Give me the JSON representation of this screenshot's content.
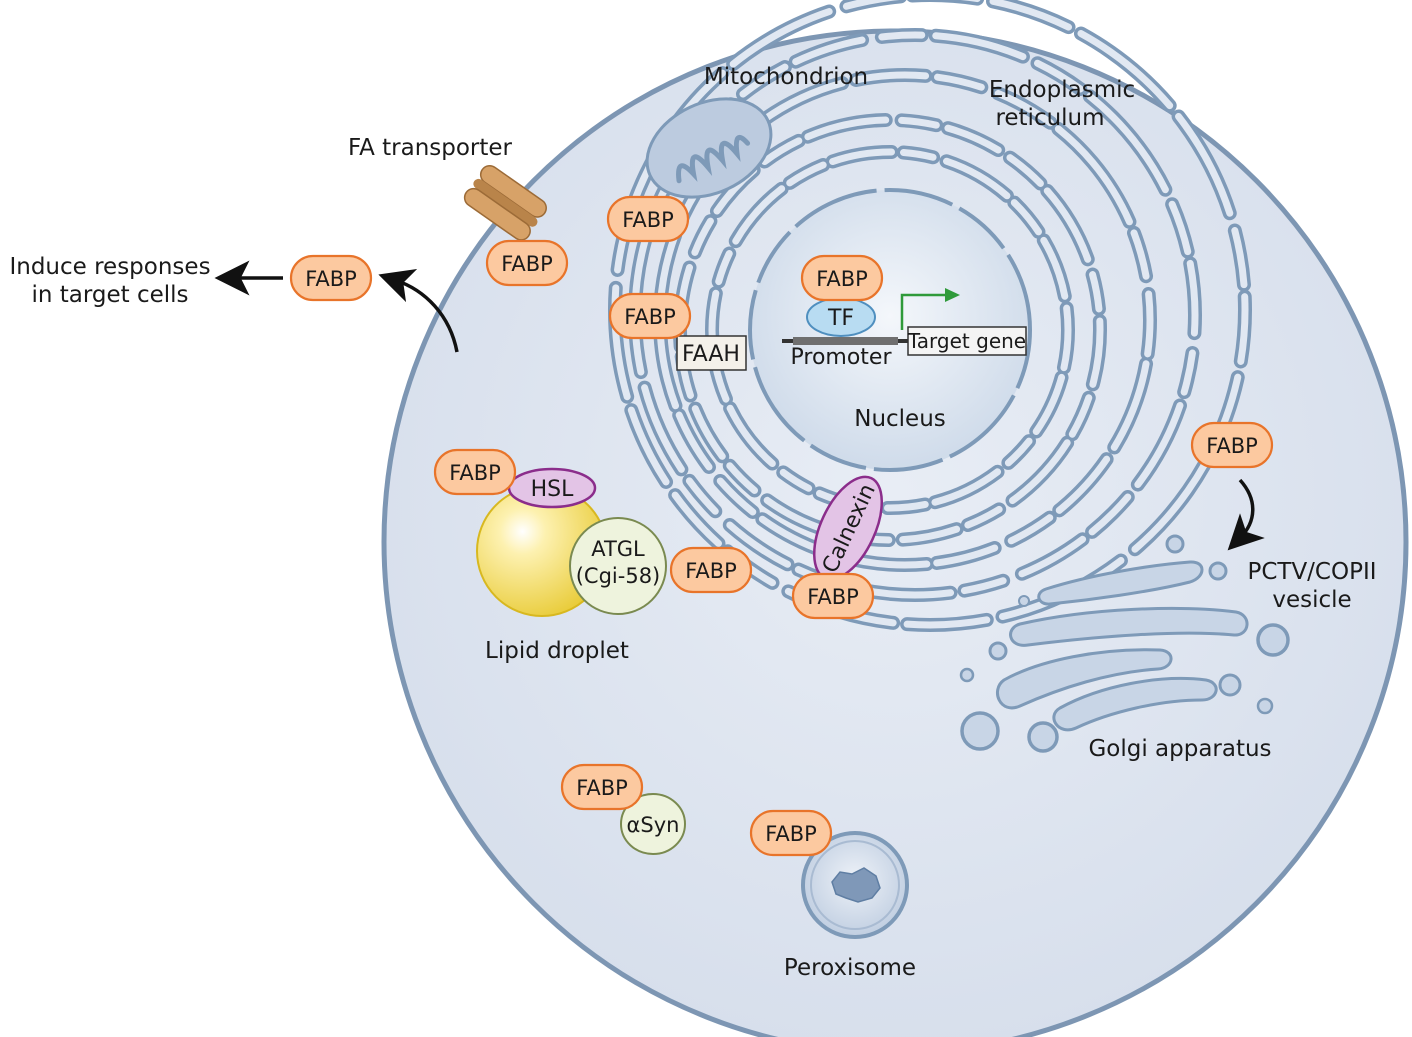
{
  "labels": {
    "mitochondrion": "Mitochondrion",
    "er_line1": "Endoplasmic",
    "er_line2": "reticulum",
    "fa_transporter": "FA transporter",
    "induce_line1": "Induce responses",
    "induce_line2": "in target cells",
    "nucleus": "Nucleus",
    "promoter": "Promoter",
    "target_gene": "Target gene",
    "tf": "TF",
    "faah": "FAAH",
    "hsl": "HSL",
    "atgl_line1": "ATGL",
    "atgl_line2": "(Cgi-58)",
    "lipid_droplet": "Lipid droplet",
    "calnexin": "Calnexin",
    "pctv_line1": "PCTV/COPII",
    "pctv_line2": "vesicle",
    "golgi": "Golgi apparatus",
    "asyn": "αSyn",
    "peroxisome": "Peroxisome"
  },
  "fabp_label": "FABP",
  "colors": {
    "cell_fill": "#dfe6f1",
    "cell_stroke": "#7d96b3",
    "organelle_stroke": "#7e9ab8",
    "organelle_fill": "#c8d5e6",
    "fabp_fill": "#fcc9a0",
    "fabp_stroke": "#e8742a",
    "purple_fill": "#e3c4e6",
    "purple_stroke": "#8b2d8b",
    "green_fill": "#eef3dd",
    "green_stroke": "#7a8a50",
    "arrow_green": "#2f9a3a",
    "tf_fill": "#b8dcf2"
  }
}
